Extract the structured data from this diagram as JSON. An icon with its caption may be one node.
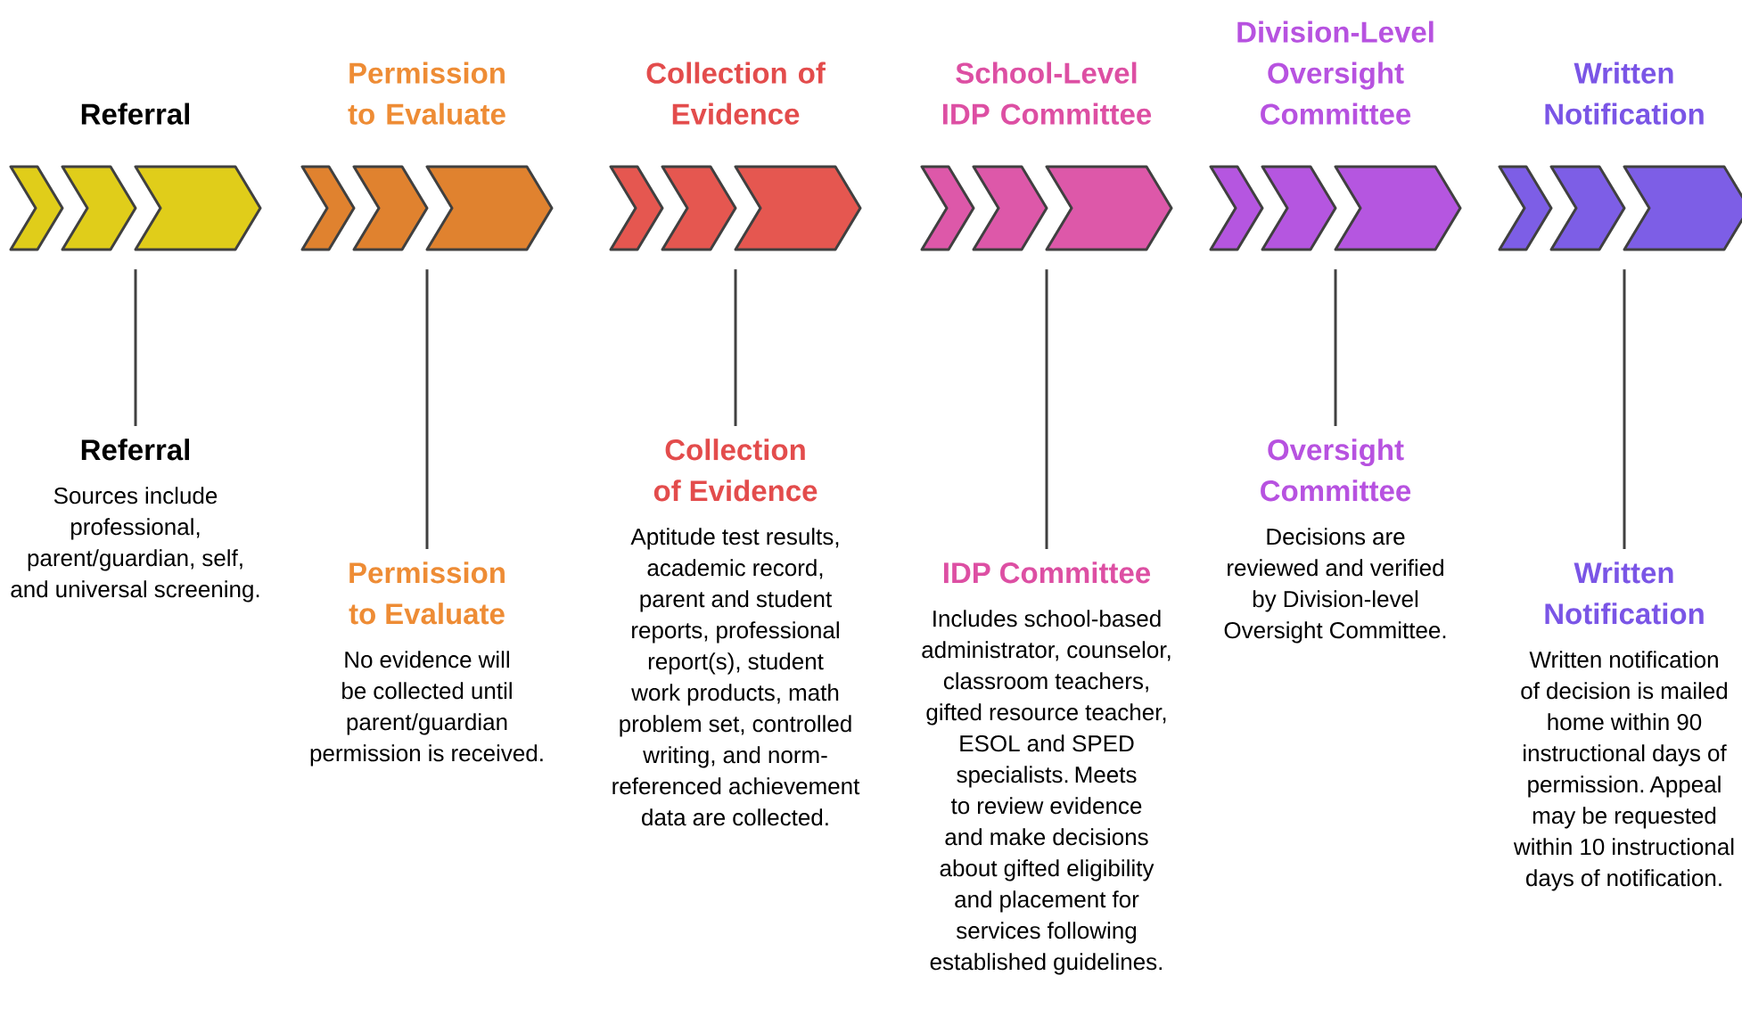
{
  "diagram": {
    "nodes": [
      {
        "text": [
          "Referral"
        ]
      },
      {
        "text": [
          "Referral",
          "Sources include professional, parent/guardian, self, and universal screening."
        ]
      },
      {
        "text": [
          "Permission to Evaluate"
        ]
      },
      {
        "text": [
          "Permission to Evaluate",
          "No evidence will be collected until parent/guardian permission is received."
        ]
      },
      {
        "text": [
          "Collection of Evidence"
        ]
      },
      {
        "text": [
          "Collection of Evidence",
          "Aptitude test results, academic record, parent and student reports, professional report(s), student work products, math problem set, controlled writing, and norm-referenced achievement data are collected."
        ]
      },
      {
        "text": [
          "School-Level IDP Committee"
        ]
      },
      {
        "text": [
          "IDP Committee",
          "Includes school-based administrator, counselor, classroom teachers, gifted resource teacher, ESOL and SPED specialists. Meets to review evidence and make decisions about gifted eligibility and placement for services following established guidelines."
        ]
      },
      {
        "text": [
          "Division-Level Oversight Committee"
        ]
      },
      {
        "text": [
          "Oversight Committee",
          "Decisions are reviewed and verified by Division-level Oversight Committee."
        ]
      },
      {
        "text": [
          "Written Notification"
        ]
      },
      {
        "text": [
          "Written Notification",
          "Written notification of decision is mailed home within 90 instructional days of permission. Appeal may be requested within 10 instructional days of notification."
        ]
      }
    ],
    "edges": [
      {
        "from": 0,
        "to": 1,
        "arrow": "none"
      },
      {
        "from": 2,
        "to": 3,
        "arrow": "none"
      },
      {
        "from": 4,
        "to": 5,
        "arrow": "none"
      },
      {
        "from": 6,
        "to": 7,
        "arrow": "none"
      },
      {
        "from": 8,
        "to": 9,
        "arrow": "none"
      },
      {
        "from": 10,
        "to": 11,
        "arrow": "none"
      }
    ]
  }
}
